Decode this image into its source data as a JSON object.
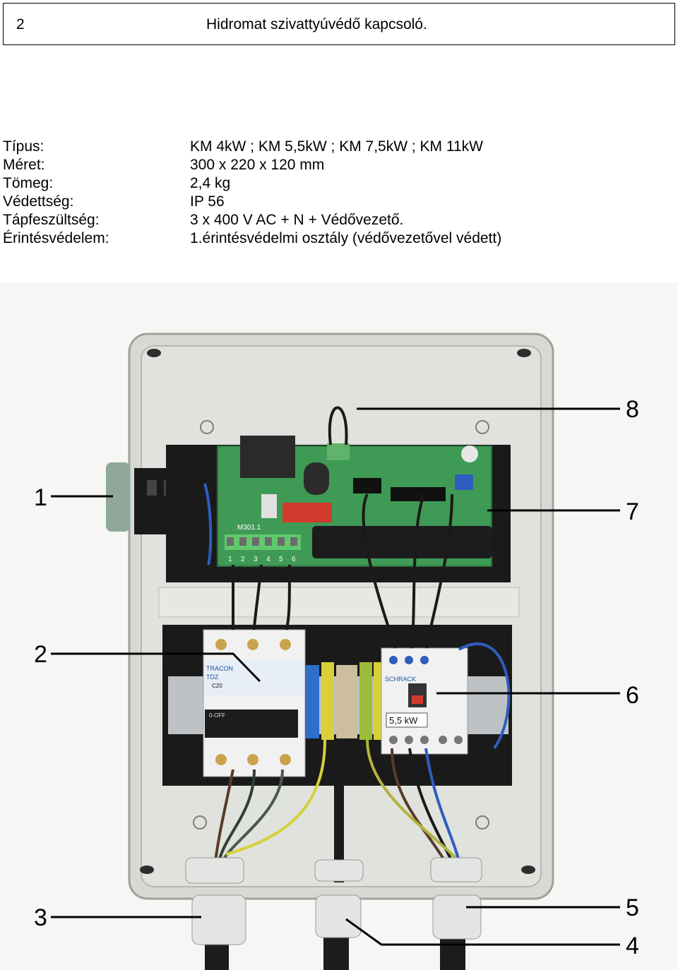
{
  "header": {
    "page_number": "2",
    "title": "Hidromat szivattyúvédő kapcsoló."
  },
  "specs": [
    {
      "label": "Típus:",
      "value": "KM 4kW ; KM 5,5kW ; KM 7,5kW ; KM 11kW"
    },
    {
      "label": "Méret:",
      "value": "300 x 220 x 120 mm"
    },
    {
      "label": "Tömeg:",
      "value": "2,4 kg"
    },
    {
      "label": "Védettség:",
      "value": "IP 56"
    },
    {
      "label": "Tápfeszültség:",
      "value": "3 x 400 V AC   +  N + Védővezető."
    },
    {
      "label": "Érintésvédelem:",
      "value": "1.érintésvédelmi osztály (védővezetővel védett)"
    }
  ],
  "photo": {
    "callouts": [
      "1",
      "2",
      "3",
      "4",
      "5",
      "6",
      "7",
      "8"
    ],
    "labels": {
      "breaker_brand": "TRACON",
      "breaker_model": "TDZ",
      "breaker_rating": "C20",
      "breaker_off": "0-OFF",
      "contactor_brand": "SCHRACK",
      "contactor_power": "5,5 kW",
      "board_code": "M301.1",
      "terminal_numbers": [
        "1",
        "2",
        "3",
        "4",
        "5",
        "6"
      ]
    }
  },
  "colors": {
    "enclosure": "#d9dcd7",
    "backplate": "#1a1a1a",
    "pcb": "#3f9a55",
    "din_rail": "#bfc2c4"
  }
}
